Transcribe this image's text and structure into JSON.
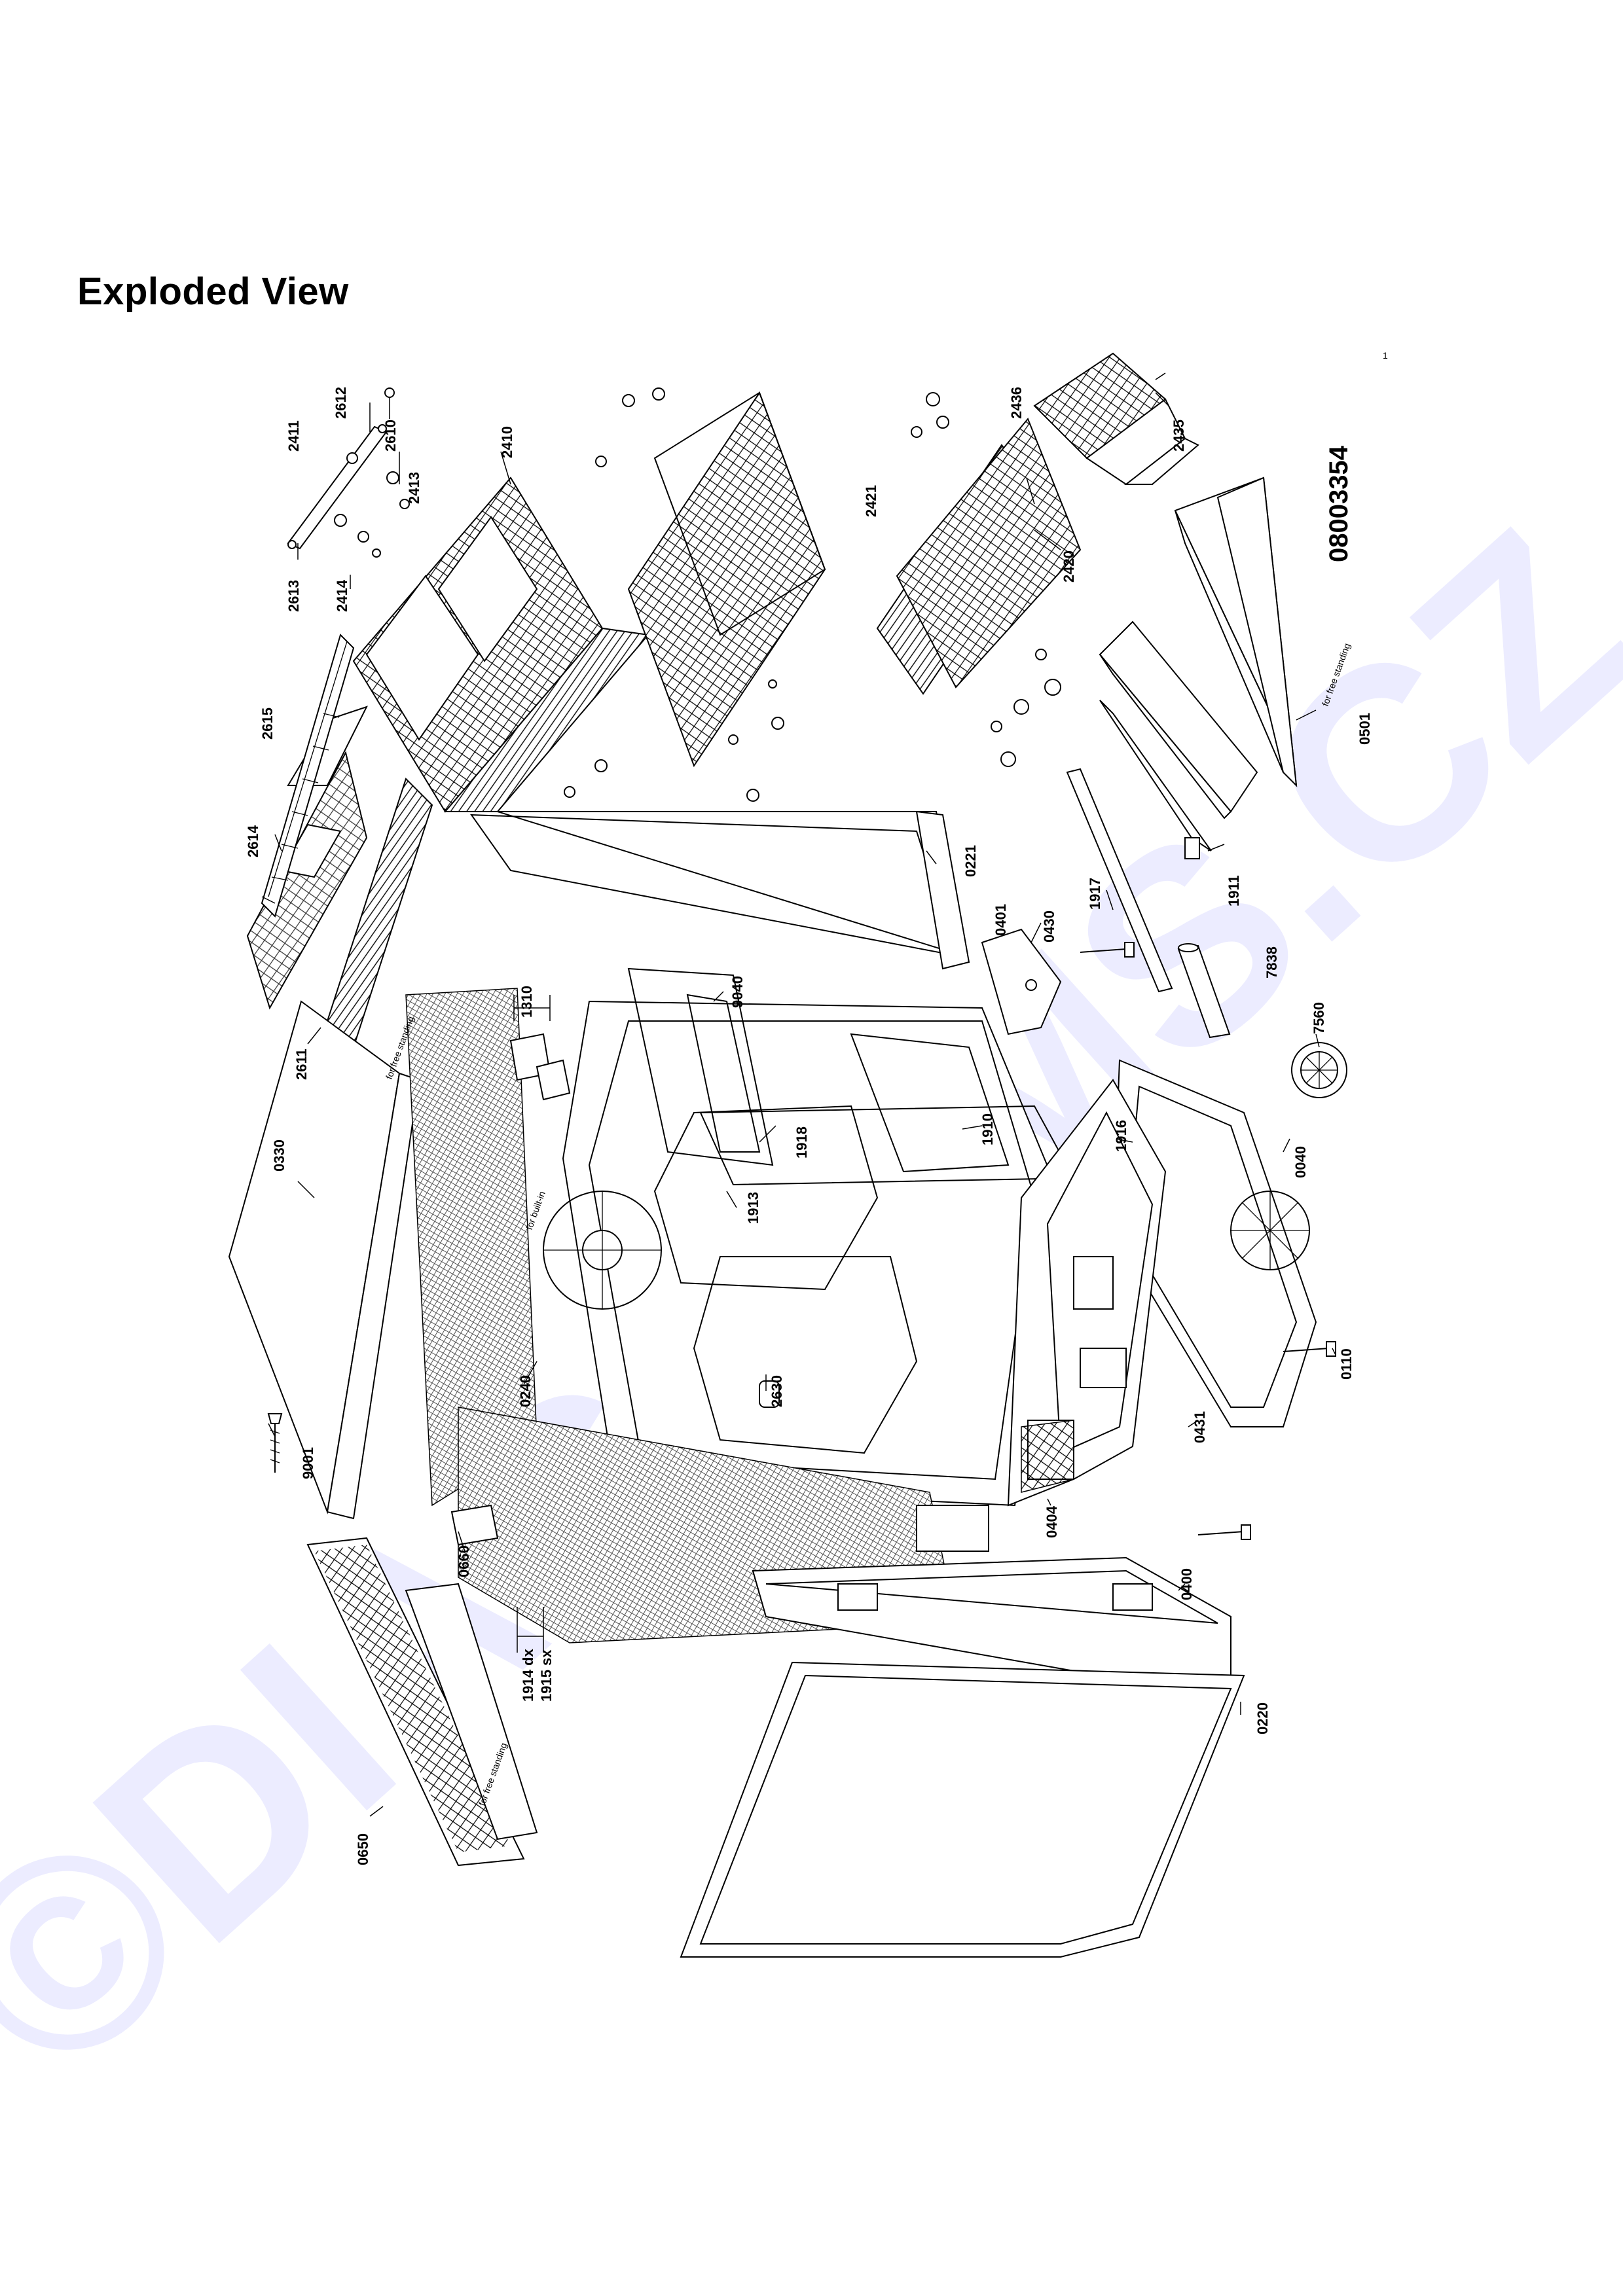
{
  "page": {
    "title": "Exploded View",
    "document_number": "08003354",
    "watermark": "©DIAGRAMS.CZ",
    "tick_mark": "1"
  },
  "annotations": {
    "for_free_standing": "for free standing",
    "for_built_in": "for built-in"
  },
  "part_labels": {
    "p2411": "2411",
    "p2612": "2612",
    "p2610": "2610",
    "p2410": "2410",
    "p2413": "2413",
    "p2613": "2613",
    "p2414": "2414",
    "p2615": "2615",
    "p2614": "2614",
    "p2611": "2611",
    "p2436": "2436",
    "p2435": "2435",
    "p2421": "2421",
    "p2420": "2420",
    "p0501": "0501",
    "p0221": "0221",
    "p1911": "1911",
    "p1917": "1917",
    "p0430": "0430",
    "p0401": "0401",
    "p7838": "7838",
    "p7560": "7560",
    "p1310": "1310",
    "p0330": "0330",
    "p9040": "9040",
    "p1918": "1918",
    "p1910": "1910",
    "p1916": "1916",
    "p0040": "0040",
    "p1913": "1913",
    "p0240": "0240",
    "p2630": "2630",
    "p0110": "0110",
    "p0431": "0431",
    "p9001": "9001",
    "p0404": "0404",
    "p0660": "0660",
    "p0400": "0400",
    "p1914": "1914 dx",
    "p1915": "1915 sx",
    "p0220": "0220",
    "p0650": "0650"
  },
  "colors": {
    "ink": "#000000",
    "watermark": "#1a1aff",
    "background": "#ffffff"
  }
}
